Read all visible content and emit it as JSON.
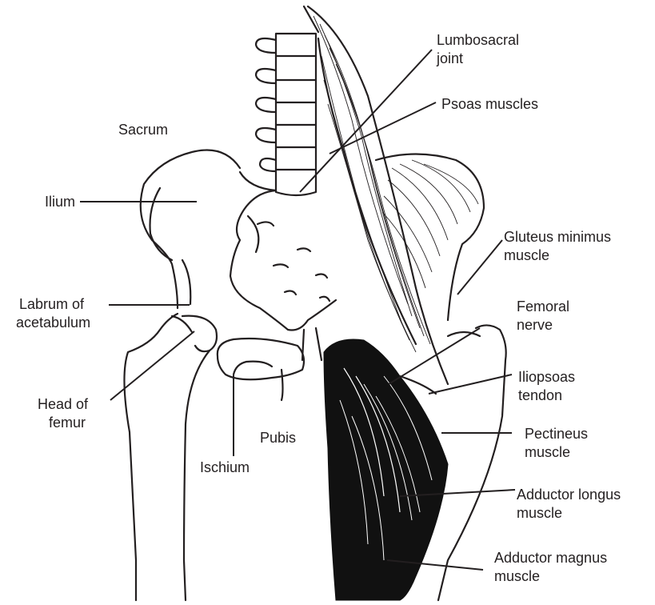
{
  "labels": {
    "lumbosacral_joint": [
      "Lumbosacral",
      "joint"
    ],
    "psoas_muscles": "Psoas muscles",
    "sacrum": "Sacrum",
    "ilium": "Ilium",
    "gluteus_minimus": [
      "Gluteus minimus",
      "muscle"
    ],
    "labrum": [
      "Labrum of",
      "acetabulum"
    ],
    "femoral_nerve": [
      "Femoral",
      "nerve"
    ],
    "iliopsoas_tendon": [
      "Iliopsoas",
      "tendon"
    ],
    "head_of_femur": [
      "Head of",
      "femur"
    ],
    "pectineus": [
      "Pectineus",
      "muscle"
    ],
    "pubis": "Pubis",
    "ischium": "Ischium",
    "adductor_longus": [
      "Adductor longus",
      "muscle"
    ],
    "adductor_magnus": [
      "Adductor magnus",
      "muscle"
    ]
  }
}
